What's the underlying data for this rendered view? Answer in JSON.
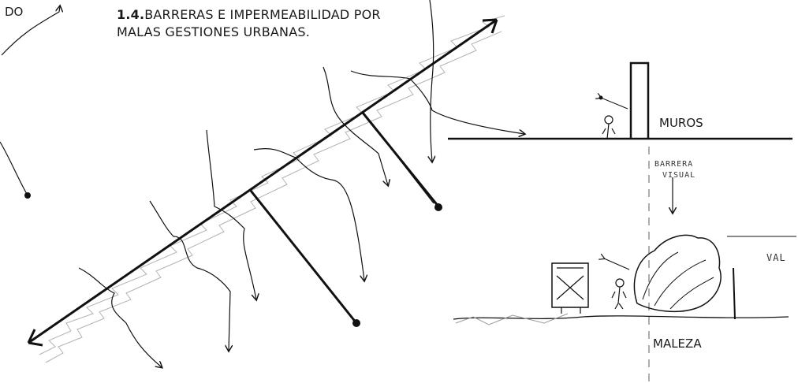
{
  "corner_text": "DO",
  "title": {
    "number": "1.4.",
    "line1": "BARRERAS E IMPERMEABILIDAD POR",
    "line2": "MALAS GESTIONES URBANAS."
  },
  "labels": {
    "walls": "MUROS",
    "visual_barrier_line1": "BARRERA",
    "visual_barrier_line2": "VISUAL",
    "weeds": "MALEZA",
    "cut_off": "VAL"
  }
}
